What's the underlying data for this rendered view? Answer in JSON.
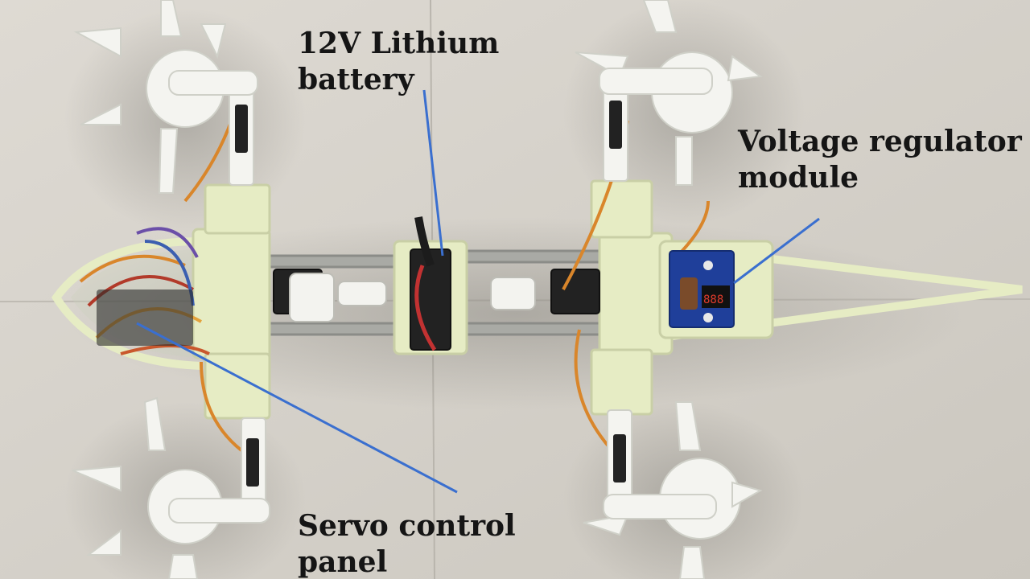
{
  "labels": {
    "battery": {
      "line1": "12V Lithium",
      "line2": "battery"
    },
    "regulator": {
      "line1": "Voltage regulator",
      "line2": "module"
    },
    "servo": {
      "line1": "Servo control",
      "line2": "panel"
    }
  },
  "colors": {
    "background": "#d7d3cc",
    "frame": "#e6ecc4",
    "arrow": "#3a6fcf",
    "label": "#151515",
    "regulator_board": "#1f3f9a",
    "spring": "#8b8c88"
  }
}
